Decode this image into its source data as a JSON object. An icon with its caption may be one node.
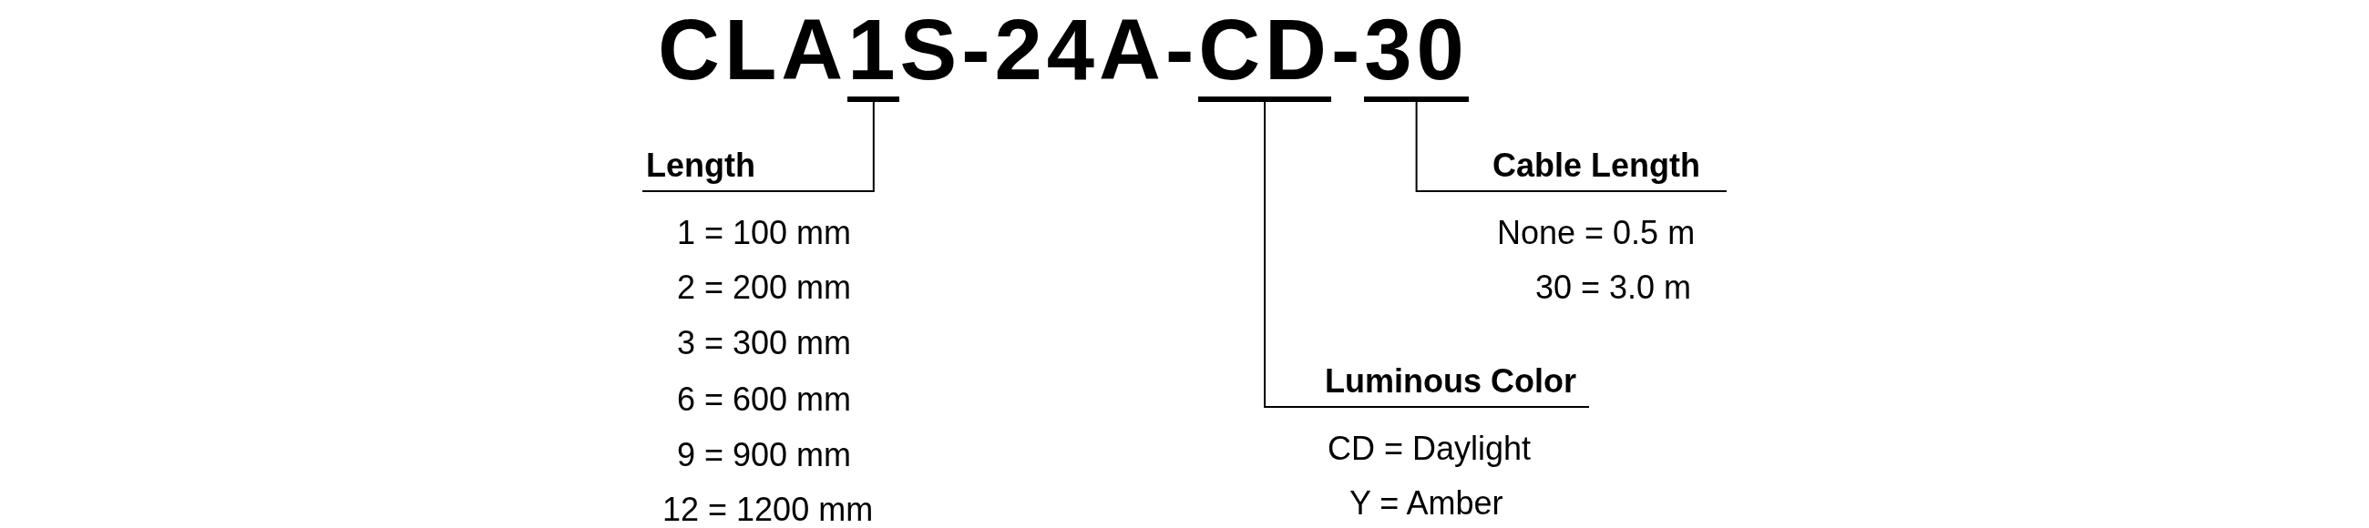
{
  "diagram": {
    "nodes": [
      {
        "text": [
          "1"
        ]
      },
      {
        "text": [
          "CD"
        ]
      },
      {
        "text": [
          "30"
        ]
      },
      {
        "text": [
          "Length"
        ],
        "beside": [
          "1 = 100 mm",
          "2 = 200 mm",
          "3 = 300 mm",
          "6 = 600 mm",
          "9 = 900 mm",
          "12 = 1200 mm"
        ]
      },
      {
        "text": [
          "Cable Length"
        ],
        "beside": [
          "None = 0.5 m",
          "30 = 3.0 m"
        ]
      },
      {
        "text": [
          "Luminous Color"
        ],
        "beside": [
          "CD = Daylight",
          "Y = Amber"
        ]
      }
    ],
    "edges": [
      {
        "from": 0,
        "to": 3,
        "arrow": "none"
      },
      {
        "from": 1,
        "to": 5,
        "arrow": "none"
      },
      {
        "from": 2,
        "to": 4,
        "arrow": "none"
      }
    ],
    "labels": [
      "CLA",
      "S-24A-",
      "-"
    ]
  }
}
